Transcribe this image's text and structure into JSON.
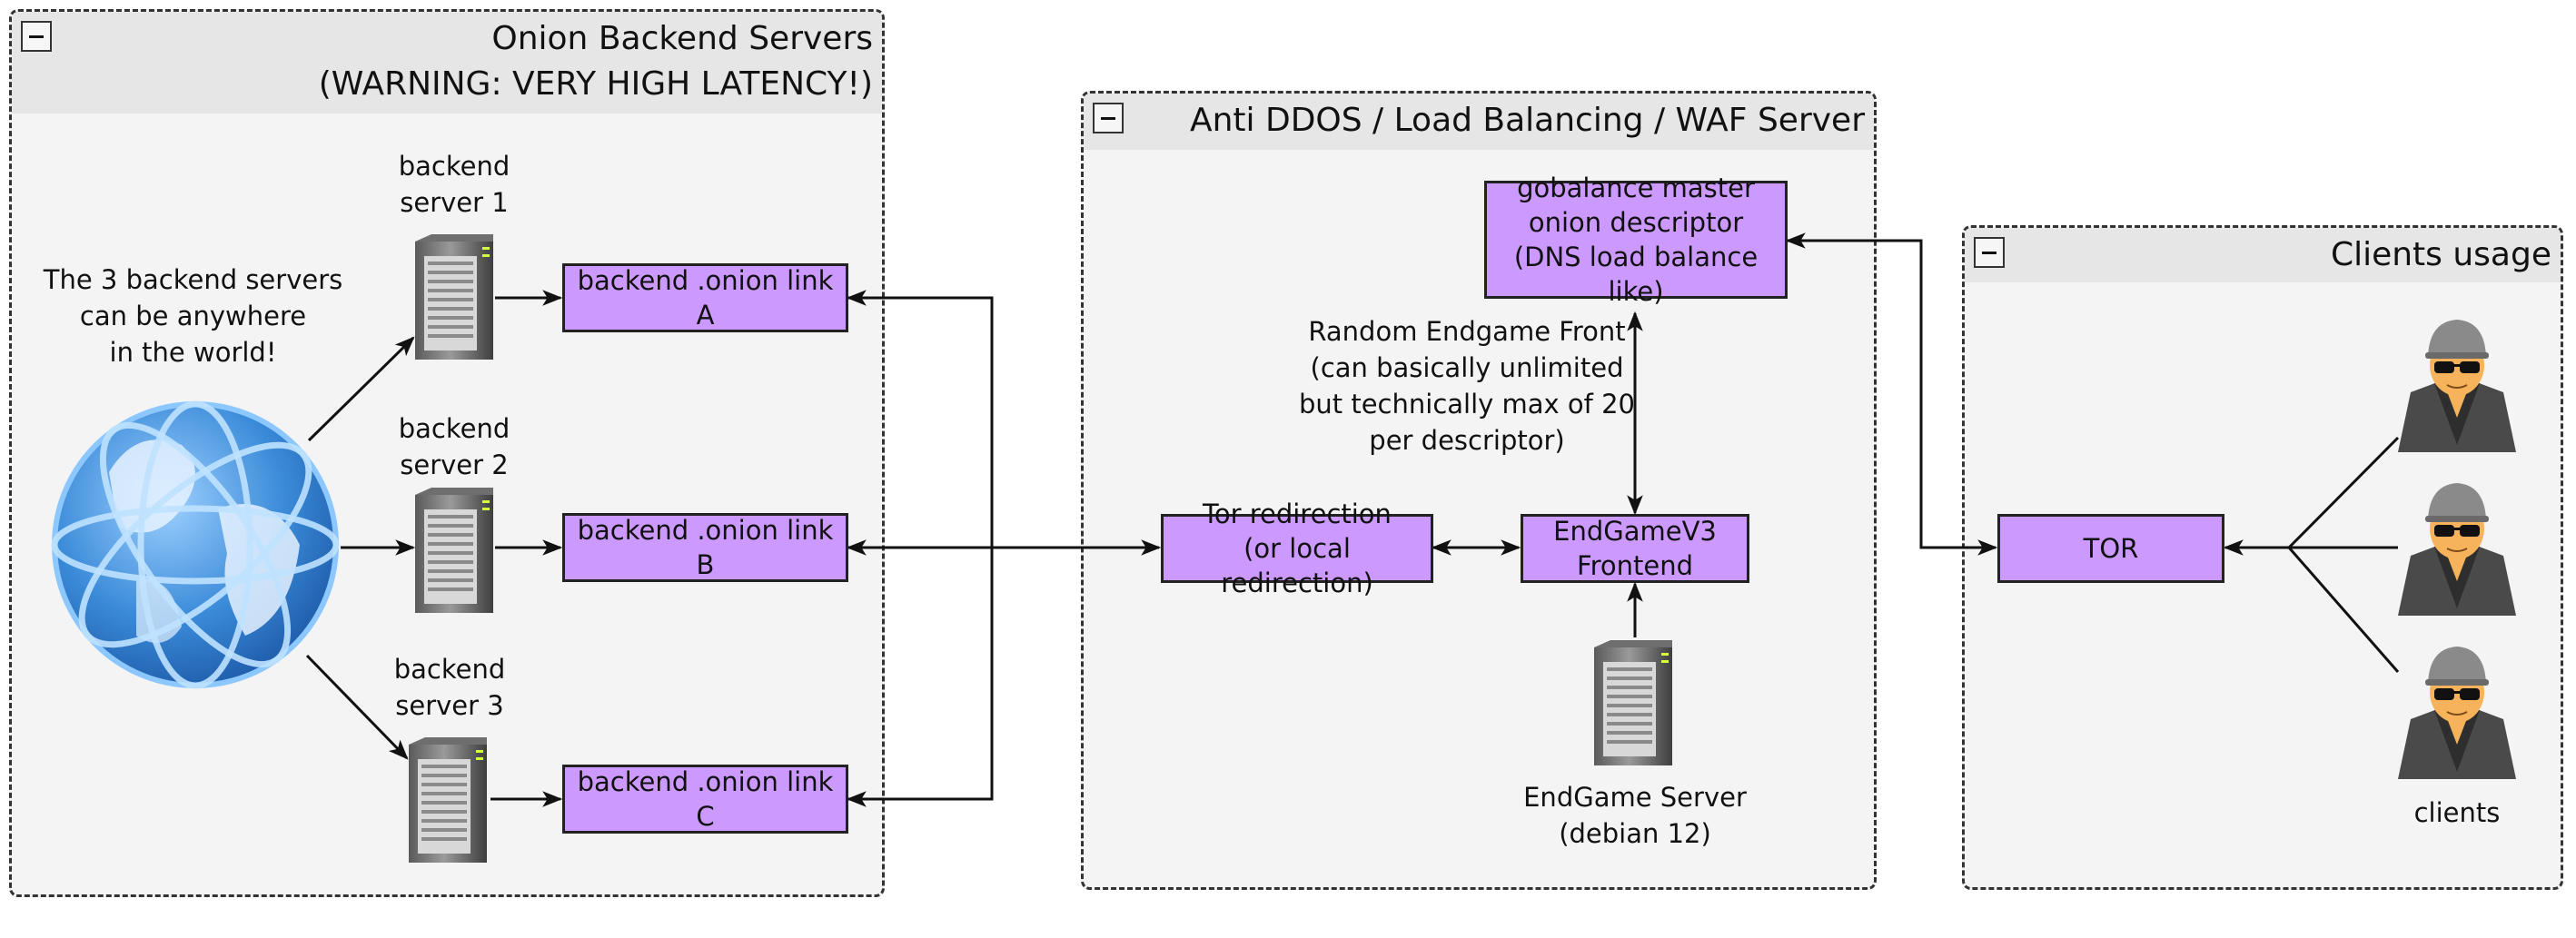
{
  "groups": {
    "onion": {
      "title_line1": "Onion Backend Servers",
      "title_line2": "(WARNING: VERY HIGH LATENCY!)"
    },
    "antiddos": {
      "title": "Anti DDOS / Load Balancing / WAF Server"
    },
    "clients": {
      "title": "Clients usage"
    }
  },
  "nodes": {
    "link_a": "backend .onion link A",
    "link_b": "backend .onion link B",
    "link_c": "backend .onion link C",
    "gobalance": "gobalance master\nonion descriptor\n(DNS load balance like)",
    "tor_redirect": "Tor redirection\n(or local redirection)",
    "endgame_frontend": "EndGameV3\nFrontend",
    "tor": "TOR"
  },
  "labels": {
    "globe_note": "The 3 backend servers\ncan be anywhere\nin the world!",
    "server1": "backend\nserver 1",
    "server2": "backend\nserver 2",
    "server3": "backend\nserver 3",
    "random_front": "Random Endgame Front\n(can basically unlimited\nbut technically max of 20\nper descriptor)",
    "endgame_server": "EndGame Server\n(debian 12)",
    "clients": "clients"
  },
  "colors": {
    "node_fill": "#cc99ff",
    "group_fill": "#f4f4f4",
    "header_fill": "#e6e6e6",
    "globe": "#3a8ad8",
    "person_skin": "#f7b35b",
    "person_coat": "#4a4a4a"
  },
  "icons": {
    "globe": "globe-icon",
    "server": "server-icon",
    "client": "hacker-user-icon",
    "collapse": "minus-box-icon"
  }
}
